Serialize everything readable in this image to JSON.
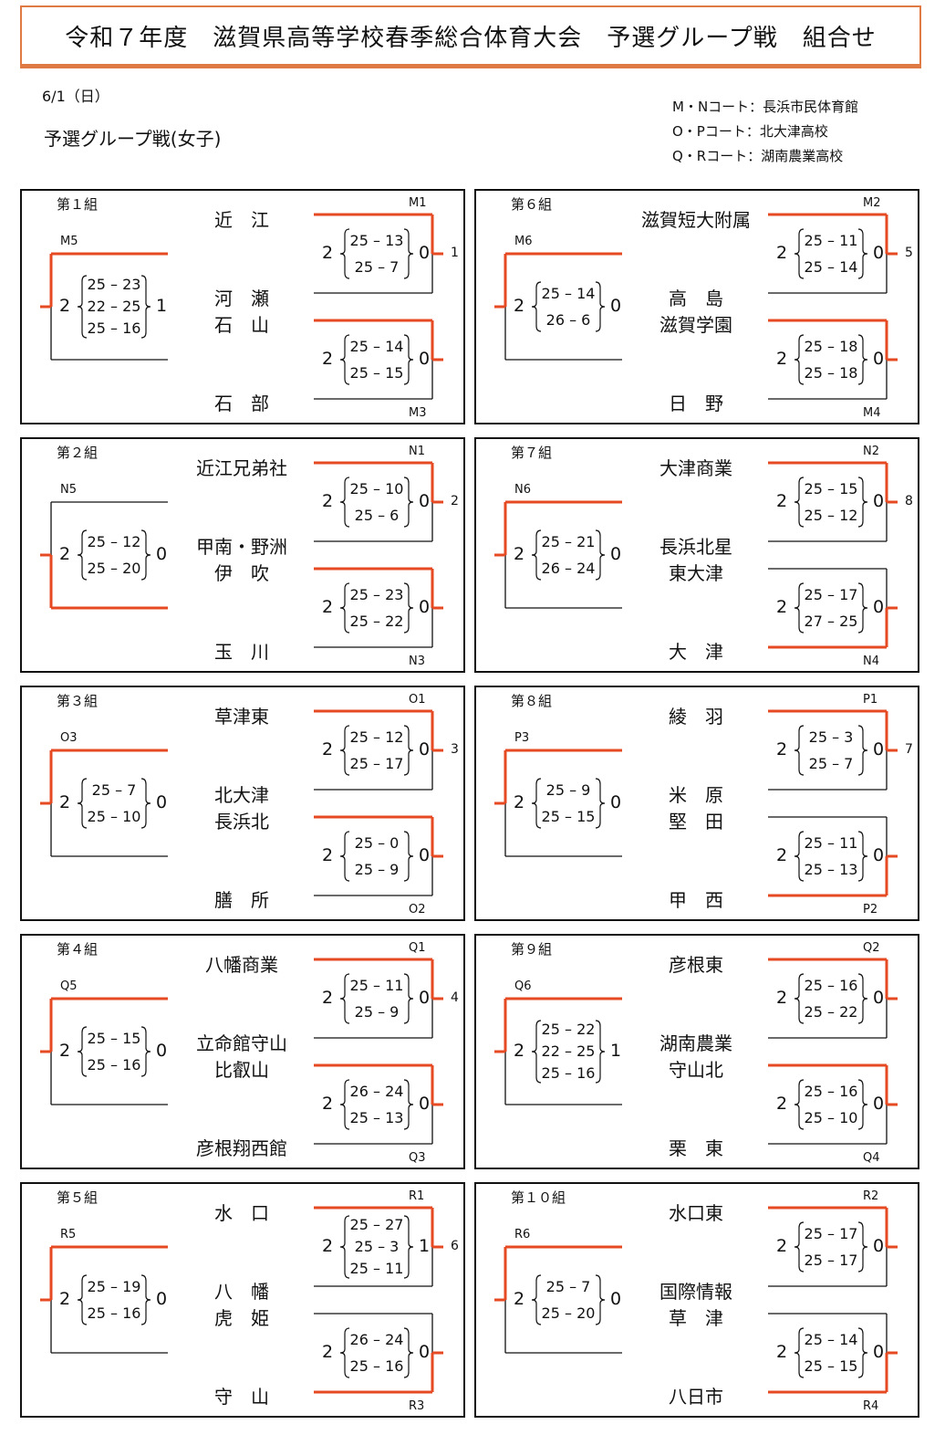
{
  "header": {
    "title": "令和７年度　滋賀県高等学校春季総合体育大会　予選グループ戦　組合せ",
    "date": "6/1（日）",
    "subtitle": "予選グループ戦(女子)",
    "venues": [
      "M・Nコート：長浜市民体育館",
      "O・Pコート：北大津高校",
      "Q・Rコート：湖南農業高校"
    ]
  },
  "colors": {
    "accent": "#e54a22",
    "frame": "#e07a45",
    "line": "#111111"
  },
  "groups": [
    {
      "name": "第１組",
      "codeA": "M1",
      "codeB": "M3",
      "codeF": "M5",
      "teams": [
        "近　江",
        "河　瀬",
        "石　山",
        "石　部"
      ],
      "matchA": {
        "left": "2",
        "right": "0",
        "sets": [
          "25 – 13",
          "25 –  7"
        ],
        "winner": "top"
      },
      "matchB": {
        "left": "2",
        "right": "0",
        "sets": [
          "25 – 14",
          "25 – 15"
        ],
        "winner": "top"
      },
      "final": {
        "left": "2",
        "right": "1",
        "sets": [
          "25 – 23",
          "22 – 25",
          "25 – 16"
        ],
        "winner": "top"
      },
      "rank": "1"
    },
    {
      "name": "第６組",
      "codeA": "M2",
      "codeB": "M4",
      "codeF": "M6",
      "teams": [
        "滋賀短大附属",
        "高　島",
        "滋賀学園",
        "日　野"
      ],
      "matchA": {
        "left": "2",
        "right": "0",
        "sets": [
          "25 – 11",
          "25 – 14"
        ],
        "winner": "top"
      },
      "matchB": {
        "left": "2",
        "right": "0",
        "sets": [
          "25 – 18",
          "25 – 18"
        ],
        "winner": "top"
      },
      "final": {
        "left": "2",
        "right": "0",
        "sets": [
          "25 – 14",
          "26 –  6"
        ],
        "winner": "top"
      },
      "rank": "5"
    },
    {
      "name": "第２組",
      "codeA": "N1",
      "codeB": "N3",
      "codeF": "N5",
      "teams": [
        "近江兄弟社",
        "甲南・野洲",
        "伊　吹",
        "玉　川"
      ],
      "matchA": {
        "left": "2",
        "right": "0",
        "sets": [
          "25 – 10",
          "25 –  6"
        ],
        "winner": "top"
      },
      "matchB": {
        "left": "2",
        "right": "0",
        "sets": [
          "25 – 23",
          "25 – 22"
        ],
        "winner": "top"
      },
      "final": {
        "left": "2",
        "right": "0",
        "sets": [
          "25 – 12",
          "25 – 20"
        ],
        "winner": "bottom"
      },
      "rank": "2"
    },
    {
      "name": "第７組",
      "codeA": "N2",
      "codeB": "N4",
      "codeF": "N6",
      "teams": [
        "大津商業",
        "長浜北星",
        "東大津",
        "大　津"
      ],
      "matchA": {
        "left": "2",
        "right": "0",
        "sets": [
          "25 – 15",
          "25 – 12"
        ],
        "winner": "top"
      },
      "matchB": {
        "left": "2",
        "right": "0",
        "sets": [
          "25 – 17",
          "27 – 25"
        ],
        "winner": "bottom"
      },
      "final": {
        "left": "2",
        "right": "0",
        "sets": [
          "25 – 21",
          "26 – 24"
        ],
        "winner": "top"
      },
      "rank": "8"
    },
    {
      "name": "第３組",
      "codeA": "O1",
      "codeB": "O2",
      "codeF": "O3",
      "teams": [
        "草津東",
        "北大津",
        "長浜北",
        "膳　所"
      ],
      "matchA": {
        "left": "2",
        "right": "0",
        "sets": [
          "25 – 12",
          "25 – 17"
        ],
        "winner": "top"
      },
      "matchB": {
        "left": "2",
        "right": "0",
        "sets": [
          "25 –  0",
          "25 –  9"
        ],
        "winner": "top"
      },
      "final": {
        "left": "2",
        "right": "0",
        "sets": [
          "25 –  7",
          "25 – 10"
        ],
        "winner": "top"
      },
      "rank": "3"
    },
    {
      "name": "第８組",
      "codeA": "P1",
      "codeB": "P2",
      "codeF": "P3",
      "teams": [
        "綾　羽",
        "米　原",
        "堅　田",
        "甲　西"
      ],
      "matchA": {
        "left": "2",
        "right": "0",
        "sets": [
          "25 –  3",
          "25 –  7"
        ],
        "winner": "top"
      },
      "matchB": {
        "left": "2",
        "right": "0",
        "sets": [
          "25 – 11",
          "25 – 13"
        ],
        "winner": "bottom"
      },
      "final": {
        "left": "2",
        "right": "0",
        "sets": [
          "25 –  9",
          "25 – 15"
        ],
        "winner": "top"
      },
      "rank": "7"
    },
    {
      "name": "第４組",
      "codeA": "Q1",
      "codeB": "Q3",
      "codeF": "Q5",
      "teams": [
        "八幡商業",
        "立命館守山",
        "比叡山",
        "彦根翔西館"
      ],
      "matchA": {
        "left": "2",
        "right": "0",
        "sets": [
          "25 – 11",
          "25 –  9"
        ],
        "winner": "top"
      },
      "matchB": {
        "left": "2",
        "right": "0",
        "sets": [
          "26 – 24",
          "25 – 13"
        ],
        "winner": "top"
      },
      "final": {
        "left": "2",
        "right": "0",
        "sets": [
          "25 – 15",
          "25 – 16"
        ],
        "winner": "top"
      },
      "rank": "4"
    },
    {
      "name": "第９組",
      "codeA": "Q2",
      "codeB": "Q4",
      "codeF": "Q6",
      "teams": [
        "彦根東",
        "湖南農業",
        "守山北",
        "栗　東"
      ],
      "matchA": {
        "left": "2",
        "right": "0",
        "sets": [
          "25 – 16",
          "25 – 22"
        ],
        "winner": "top"
      },
      "matchB": {
        "left": "2",
        "right": "0",
        "sets": [
          "25 – 16",
          "25 – 10"
        ],
        "winner": "top"
      },
      "final": {
        "left": "2",
        "right": "1",
        "sets": [
          "25 – 22",
          "22 – 25",
          "25 – 16"
        ],
        "winner": "top"
      },
      "rank": ""
    },
    {
      "name": "第５組",
      "codeA": "R1",
      "codeB": "R3",
      "codeF": "R5",
      "teams": [
        "水　口",
        "八　幡",
        "虎　姫",
        "守　山"
      ],
      "matchA": {
        "left": "2",
        "right": "1",
        "sets": [
          "25 – 27",
          "25 –  3",
          "25 – 11"
        ],
        "winner": "top"
      },
      "matchB": {
        "left": "2",
        "right": "0",
        "sets": [
          "26 – 24",
          "25 – 16"
        ],
        "winner": "bottom"
      },
      "final": {
        "left": "2",
        "right": "0",
        "sets": [
          "25 – 19",
          "25 – 16"
        ],
        "winner": "top"
      },
      "rank": "6"
    },
    {
      "name": "第１０組",
      "codeA": "R2",
      "codeB": "R4",
      "codeF": "R6",
      "teams": [
        "水口東",
        "国際情報",
        "草　津",
        "八日市"
      ],
      "matchA": {
        "left": "2",
        "right": "0",
        "sets": [
          "25 – 17",
          "25 – 17"
        ],
        "winner": "top"
      },
      "matchB": {
        "left": "2",
        "right": "0",
        "sets": [
          "25 – 14",
          "25 – 15"
        ],
        "winner": "bottom"
      },
      "final": {
        "left": "2",
        "right": "0",
        "sets": [
          "25 –  7",
          "25 – 20"
        ],
        "winner": "top"
      },
      "rank": ""
    }
  ]
}
